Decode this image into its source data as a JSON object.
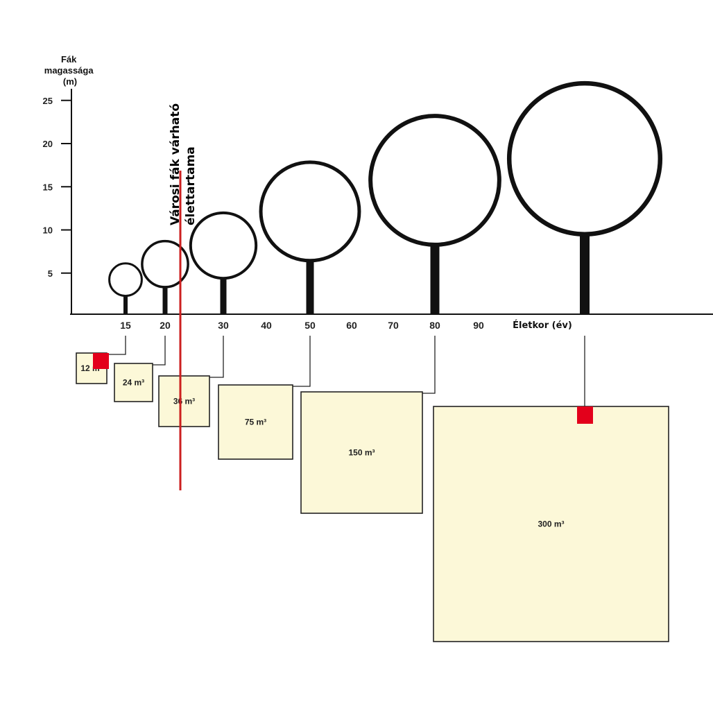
{
  "y_axis": {
    "title_lines": [
      "Fák",
      "magassága",
      "(m)"
    ],
    "ticks": [
      {
        "label": "5",
        "value": 5
      },
      {
        "label": "10",
        "value": 10
      },
      {
        "label": "15",
        "value": 15
      },
      {
        "label": "20",
        "value": 20
      },
      {
        "label": "25",
        "value": 25
      }
    ]
  },
  "x_axis": {
    "title": "Életkor (év)",
    "ticks": [
      {
        "label": "15",
        "value": 15
      },
      {
        "label": "20",
        "value": 20
      },
      {
        "label": "30",
        "value": 30
      },
      {
        "label": "40",
        "value": 40
      },
      {
        "label": "50",
        "value": 50
      },
      {
        "label": "60",
        "value": 60
      },
      {
        "label": "70",
        "value": 70
      },
      {
        "label": "80",
        "value": 80
      },
      {
        "label": "90",
        "value": 90
      }
    ]
  },
  "trees": [
    {
      "age": 15,
      "trunk_top_m": 2.0,
      "crown_diameter_m": 4.0,
      "volume_label": "12 m³"
    },
    {
      "age": 20,
      "trunk_top_m": 3.0,
      "crown_diameter_m": 5.6,
      "volume_label": "24 m³"
    },
    {
      "age": 30,
      "trunk_top_m": 4.0,
      "crown_diameter_m": 7.9,
      "volume_label": "36 m³"
    },
    {
      "age": 50,
      "trunk_top_m": 6.0,
      "crown_diameter_m": 11.8,
      "volume_label": "75 m³"
    },
    {
      "age": 80,
      "trunk_top_m": 7.8,
      "crown_diameter_m": 15.4,
      "volume_label": "150 m³"
    },
    {
      "age": 110,
      "trunk_top_m": 9.0,
      "crown_diameter_m": 18.0,
      "volume_label": "300 m³"
    }
  ],
  "urban_life_expectancy": {
    "label_lines": [
      "Városi fák várható",
      "élettartama"
    ],
    "color": "#cc1f1f"
  },
  "colors": {
    "volume_box_fill": "#fcf8d8",
    "marker": "#e3001b",
    "ink": "#111111"
  }
}
